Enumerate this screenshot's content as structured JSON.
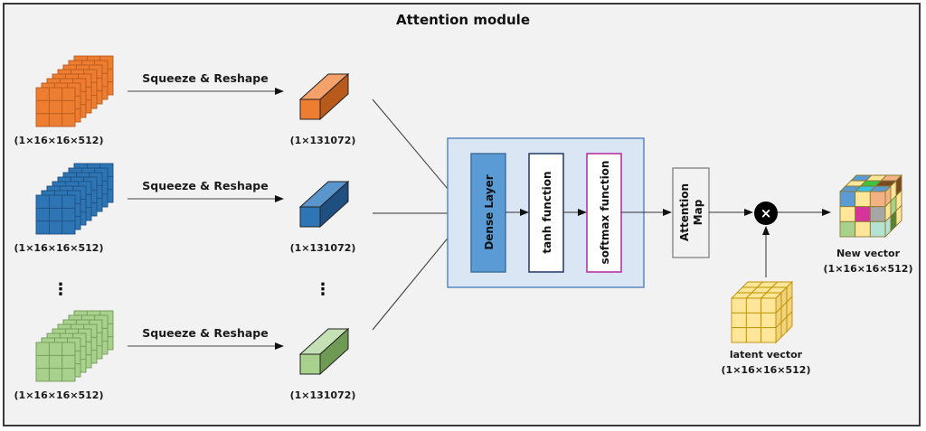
{
  "title": "Attention module",
  "inputs": [
    {
      "name": "orange",
      "shape_label": "(1×16×16×512)",
      "op_label": "Squeeze & Reshape",
      "vector_label": "(1×131072)",
      "color": "#ed7d31",
      "dark": "#b85a1c",
      "top": "#f4a26a"
    },
    {
      "name": "blue",
      "shape_label": "(1×16×16×512)",
      "op_label": "Squeeze & Reshape",
      "vector_label": "(1×131072)",
      "color": "#2e75b6",
      "dark": "#1f4f80",
      "top": "#5a95cc"
    },
    {
      "name": "green",
      "shape_label": "(1×16×16×512)",
      "op_label": "Squeeze & Reshape",
      "vector_label": "(1×131072)",
      "color": "#a9d18e",
      "dark": "#6f9a54",
      "top": "#c5e0b4"
    }
  ],
  "ellipsis": "⋮",
  "module": {
    "fill": "#dae6f3",
    "border": "#5b87c0",
    "layers": [
      {
        "label": "Dense Layer",
        "fill": "#5b9bd5",
        "border": "#41719c"
      },
      {
        "label": "tanh function",
        "fill": "#ffffff",
        "border": "#1f3864"
      },
      {
        "label": "softmax function",
        "fill": "#ffffff",
        "border": "#b4279e"
      }
    ]
  },
  "attention_map": {
    "label_line1": "Attention",
    "label_line2": "Map"
  },
  "multiply": {
    "symbol": "×",
    "icon": "multiply-icon"
  },
  "latent": {
    "label": "latent vector",
    "shape_label": "(1×16×16×512)",
    "color": "#ffe699",
    "dark": "#bf9000"
  },
  "output": {
    "label": "New vector",
    "shape_label": "(1×16×16×512)",
    "front_colors": [
      "#5b9bd5",
      "#ffe699",
      "#f4b183",
      "#ffe699",
      "#d6349a",
      "#a6a6a6",
      "#a9d18e",
      "#ffe699",
      "#b4e3d4"
    ]
  }
}
